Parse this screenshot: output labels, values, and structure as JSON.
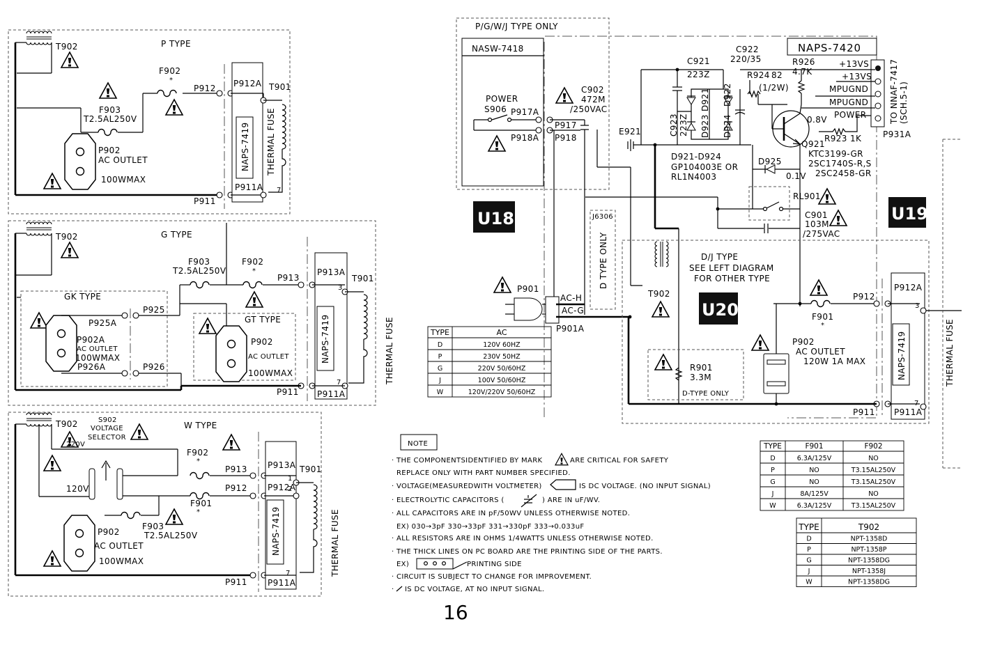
{
  "page_number": "16",
  "p_type": {
    "title": "P TYPE",
    "t902": "T902",
    "f902": "F902",
    "f902_star": "*",
    "f903": "F903",
    "f903_rating": "T2.5AL250V",
    "p902": "P902",
    "outlet": "AC OUTLET",
    "max": "100WMAX",
    "p912": "P912",
    "p912a": "P912A",
    "t901": "T901",
    "naps": "NAPS-7419",
    "thermal": "THERMAL FUSE",
    "p911": "P911",
    "p911a": "P911A",
    "pin7": "7"
  },
  "g_type": {
    "title": "G TYPE",
    "t902": "T902",
    "f903": "F903",
    "f903_rating": "T2.5AL250V",
    "f902": "F902",
    "f902_star": "*",
    "p913": "P913",
    "p913a": "P913A",
    "t901": "T901",
    "pin3": "3",
    "gk_title": "GK TYPE",
    "p925": "P925",
    "p925a": "P925A",
    "p902a": "P902A",
    "outlet_a": "AC OUTLET",
    "max_a": "100WMAX",
    "p926a": "P926A",
    "p926": "P926",
    "gt_title": "GT TYPE",
    "p902": "P902",
    "outlet": "AC OUTLET",
    "max": "100WMAX",
    "naps": "NAPS-7419",
    "thermal": "THERMAL FUSE",
    "p911": "P911",
    "p911a": "P911A",
    "pin7": "7"
  },
  "w_type": {
    "title": "W TYPE",
    "t902": "T902",
    "s902": "S902",
    "selector_1": "VOLTAGE",
    "selector_2": "SELECTOR",
    "v220": "220V",
    "v120": "120V",
    "f902": "F902",
    "f902_star": "*",
    "f901": "F901",
    "f901_star": "*",
    "f903": "F903",
    "f903_rating": "T2.5AL250V",
    "p913": "P913",
    "p913a": "P913A",
    "p912": "P912",
    "p912a": "P912A",
    "t901": "T901",
    "pin1": "1",
    "pin2": "2",
    "p902": "P902",
    "outlet": "AC OUTLET",
    "max": "100WMAX",
    "naps": "NAPS-7419",
    "thermal": "THERMAL FUSE",
    "p911": "P911",
    "p911a": "P911A",
    "pin7": "7"
  },
  "right": {
    "pgwj": "P/G/W/J TYPE ONLY",
    "nasw": "NASW-7418",
    "power_sw": "POWER",
    "s906": "S906",
    "p917a": "P917A",
    "p918a": "P918A",
    "c902": "C902",
    "c902_v": "472M",
    "c902_r": "/250VAC",
    "p917": "P917",
    "p918": "P918",
    "naps7420": "NAPS-7420",
    "c921": "C921",
    "c921_v": "223Z",
    "c922": "C922",
    "c922_v": "220/35",
    "r924": "R924",
    "r924_v": "82",
    "r924_w": "(1/2W)",
    "r926": "R926",
    "r926_v": "4.7K",
    "d921": "D921",
    "d922": "D922",
    "d923": "D923",
    "d924": "D924",
    "c923": "C923",
    "c923_v": "223Z",
    "e921": "E921",
    "d_list": "D921-D924",
    "d_part1": "GP104003E OR",
    "d_part2": "RL1N4003",
    "v08": "0.8V",
    "q921": "Q921",
    "r923": "R923",
    "r923_v": "1K",
    "d925": "D925",
    "v01": "0.1V",
    "q_part1": "KTC3199-GR",
    "q_part2": "2SC1740S-R,S",
    "q_part3": "2SC2458-GR",
    "pins": [
      "+13VS",
      "+13VS",
      "MPUGND",
      "MPUGND",
      "POWER"
    ],
    "p931a": "P931A",
    "to_nnaf": "TO NNAF-7417",
    "sch": "(SCH.5-1)",
    "rl901": "RL901",
    "c901": "C901",
    "c901_v": "103M",
    "c901_r": "/275VAC",
    "j6306": "J6306",
    "d_only": "D TYPE ONLY",
    "p901": "P901",
    "ach": "AC-H",
    "acg": "AC-G",
    "p901a": "P901A",
    "t902": "T902",
    "dj_1": "D/J TYPE",
    "dj_2": "SEE LEFT DIAGRAM",
    "dj_3": "FOR OTHER TYPE",
    "f901": "F901",
    "f901_star": "*",
    "p912": "P912",
    "p912a": "P912A",
    "pin3": "3",
    "p902": "P902",
    "outlet": "AC OUTLET",
    "outlet_rating": "120W    1A MAX",
    "r901": "R901",
    "r901_v": "3.3M",
    "d_type_only": "D-TYPE ONLY",
    "naps": "NAPS-7419",
    "thermal": "THERMAL FUSE",
    "p911": "P911",
    "p911a": "P911A",
    "pin7": "7"
  },
  "units": {
    "u18": "U18",
    "u19": "U19",
    "u20": "U20"
  },
  "ac_table": {
    "headers": [
      "TYPE",
      "AC"
    ],
    "rows": [
      [
        "D",
        "120V 60HZ"
      ],
      [
        "P",
        "230V 50HZ"
      ],
      [
        "G",
        "220V 50/60HZ"
      ],
      [
        "J",
        "100V 50/60HZ"
      ],
      [
        "W",
        "120V/220V 50/60HZ"
      ]
    ]
  },
  "fuse_table": {
    "headers": [
      "TYPE",
      "F901",
      "F902"
    ],
    "rows": [
      [
        "D",
        "6.3A/125V",
        "NO"
      ],
      [
        "P",
        "NO",
        "T3.15AL250V"
      ],
      [
        "G",
        "NO",
        "T3.15AL250V"
      ],
      [
        "J",
        "8A/125V",
        "NO"
      ],
      [
        "W",
        "6.3A/125V",
        "T3.15AL250V"
      ]
    ]
  },
  "t902_table": {
    "headers": [
      "TYPE",
      "T902"
    ],
    "rows": [
      [
        "D",
        "NPT-1358D"
      ],
      [
        "P",
        "NPT-1358P"
      ],
      [
        "G",
        "NPT-1358DG"
      ],
      [
        "J",
        "NPT-1358J"
      ],
      [
        "W",
        "NPT-1358DG"
      ]
    ]
  },
  "notes": {
    "title": "NOTE",
    "l1a": "THE COMPONENTSIDENTIFIED     BY MARK",
    "l1b": "ARE CRITICAL    FOR SAFETY",
    "l2": "REPLACE ONLY WITH  PART NUMBER SPECIFIED.",
    "l3a": "VOLTAGE(MEASUREDWITH VOLTMETER)",
    "l3b": "IS  DC VOLTAGE. (NO INPUT SIGNAL)",
    "l4a": "ELECTROLYTIC CAPACITORS (",
    "l4b": ") ARE IN  uF/WV.",
    "l5": "ALL CAPACITORS ARE IN pF/50WV UNLESS OTHERWISE NOTED.",
    "l6": "EX) 030→3pF 330→33pF 331→330pF  333→0.033uF",
    "l7": "ALL RESISTORS ARE IN OHMS 1/4WATTS UNLESS OTHERWISE NOTED.",
    "l8": "THE THICK LINES ON PC BOARD ARE THE PRINTING SIDE OF THE PARTS.",
    "l9a": "EX)",
    "l9b": "PRINTING SIDE",
    "l10": "CIRCUIT IS SUBJECT TO CHANGE FOR   IMPROVEMENT.",
    "l11": "IS DC VOLTAGE, AT NO INPUT SIGNAL."
  }
}
